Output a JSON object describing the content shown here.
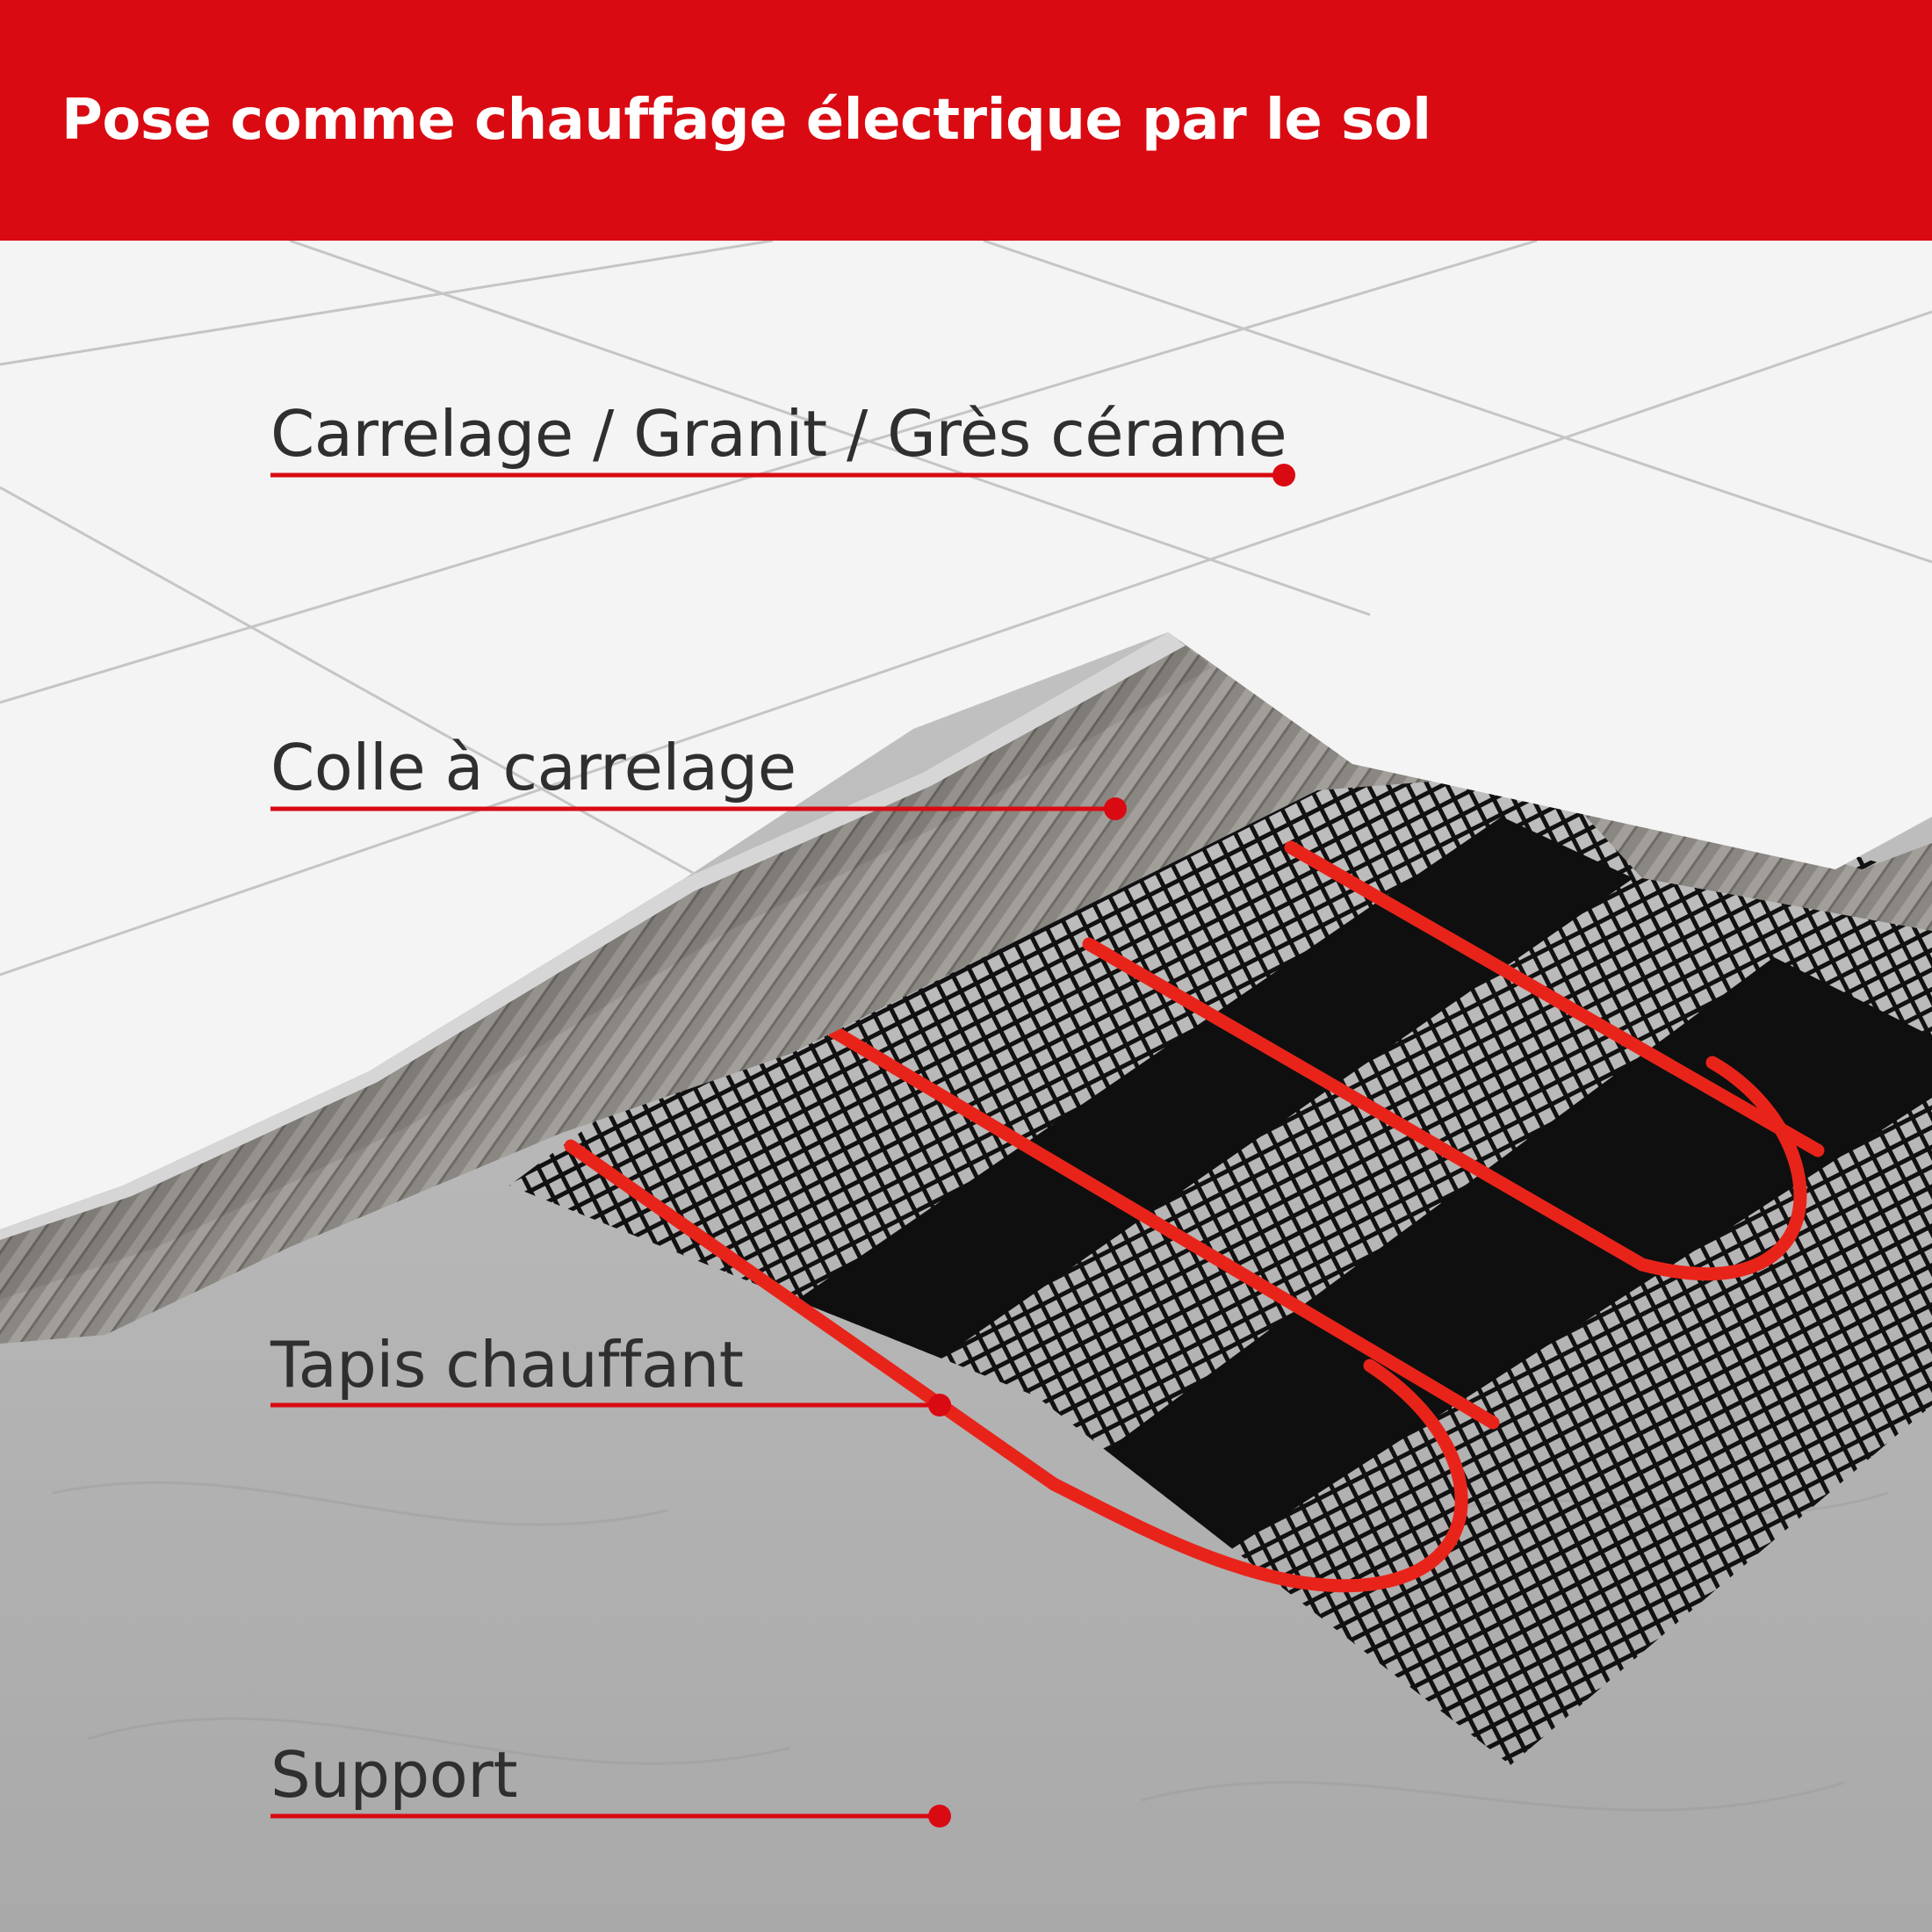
{
  "header": {
    "title": "Pose comme chauffage électrique par le sol"
  },
  "layers": [
    {
      "label": "Carrelage / Granit / Grès cérame"
    },
    {
      "label": "Colle à carrelage"
    },
    {
      "label": "Tapis chauffant"
    },
    {
      "label": "Support"
    }
  ],
  "colors": {
    "brand_red": "#d90a12",
    "cable_red": "#e8241a",
    "tile": "#f3f3f3",
    "adhesive": "#8a8682",
    "mesh": "#111111",
    "substrate": "#b9b9b9"
  }
}
